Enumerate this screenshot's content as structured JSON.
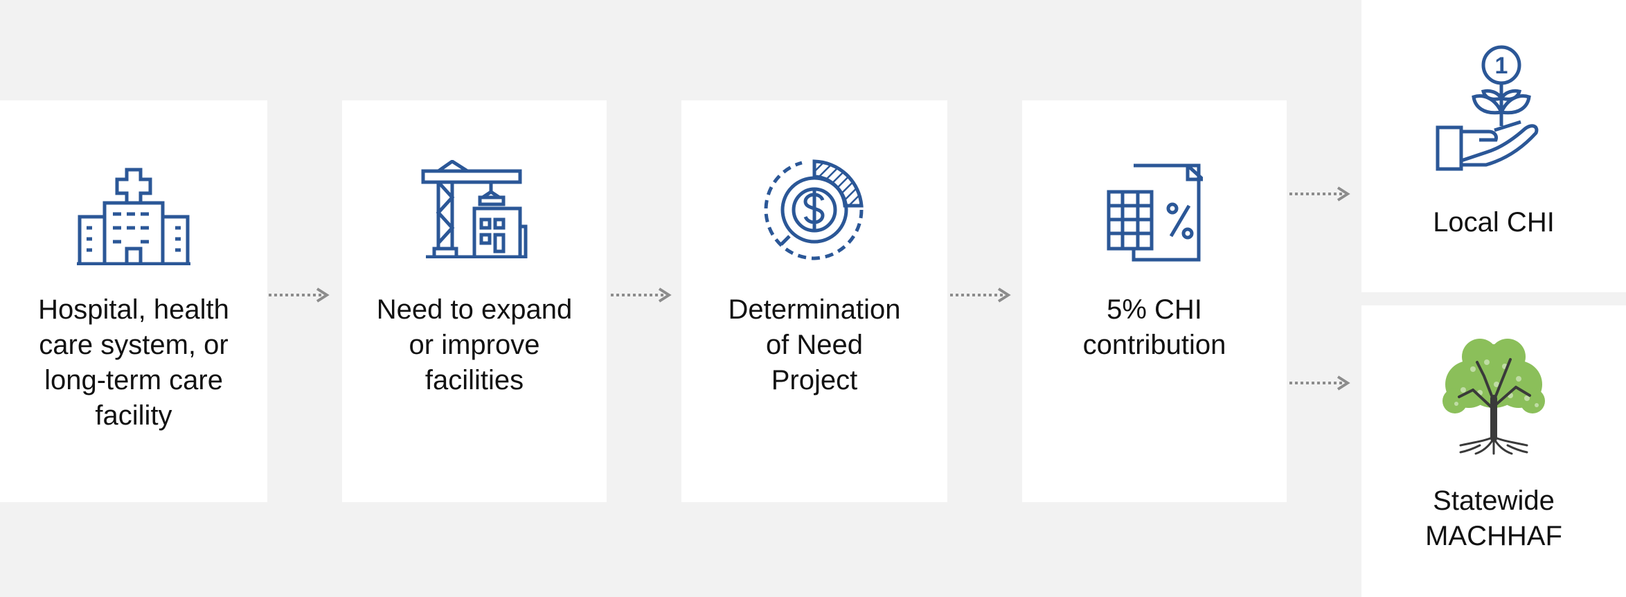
{
  "colors": {
    "background": "#f2f2f2",
    "card": "#ffffff",
    "icon_blue": "#2b5797",
    "arrow": "#8c8c8c",
    "text": "#111111",
    "tree_leaf": "#8bbf5a",
    "tree_trunk": "#3a3a3a"
  },
  "steps": [
    {
      "label": "Hospital, health\ncare system, or\nlong-term care\nfacility",
      "icon": "hospital-icon"
    },
    {
      "label": "Need to expand\nor improve\nfacilities",
      "icon": "construction-crane-icon"
    },
    {
      "label": "Determination\nof Need\nProject",
      "icon": "dollar-chart-icon"
    },
    {
      "label": "5% CHI\ncontribution",
      "icon": "calculator-percent-icon"
    }
  ],
  "outcomes": [
    {
      "label": "Local CHI",
      "icon": "hand-plant-coin-icon"
    },
    {
      "label": "Statewide\nMACHHAF",
      "icon": "tree-icon"
    }
  ]
}
